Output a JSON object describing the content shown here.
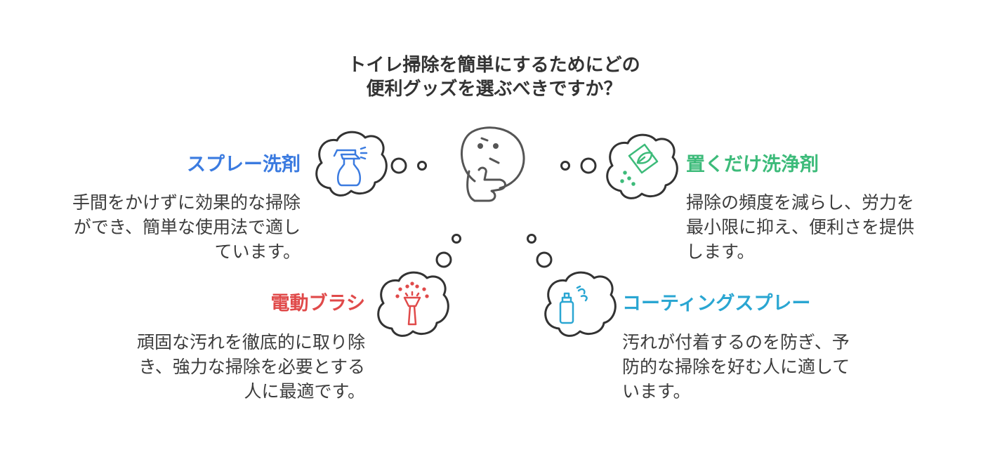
{
  "title": {
    "line1": "トイレ掃除を簡単にするためにどの",
    "line2": "便利グッズを選ぶべきですか？"
  },
  "items": [
    {
      "heading": "スプレー洗剤",
      "color": "#3b7be0",
      "icon": "spray-bottle-icon",
      "lines": [
        "手間をかけずに効果的な掃除",
        "ができ、簡単な使用法で適し",
        "ています。"
      ]
    },
    {
      "heading": "置くだけ洗浄剤",
      "color": "#3dbb7a",
      "icon": "leaf-packet-icon",
      "lines": [
        "掃除の頻度を減らし、労力を",
        "最小限に抑え、便利さを提供",
        "します。"
      ]
    },
    {
      "heading": "電動ブラシ",
      "color": "#e04a4a",
      "icon": "electric-brush-icon",
      "lines": [
        "頑固な汚れを徹底的に取り除",
        "き、強力な掃除を必要とする",
        "人に最適です。"
      ]
    },
    {
      "heading": "コーティングスプレー",
      "color": "#2aa6d2",
      "icon": "aerosol-can-icon",
      "lines": [
        "汚れが付着するのを防ぎ、予",
        "防的な掃除を好む人に適して",
        "います。"
      ]
    }
  ],
  "center_icon": "thinking-face-icon",
  "colors": {
    "outline": "#333333",
    "face": "#555555"
  }
}
